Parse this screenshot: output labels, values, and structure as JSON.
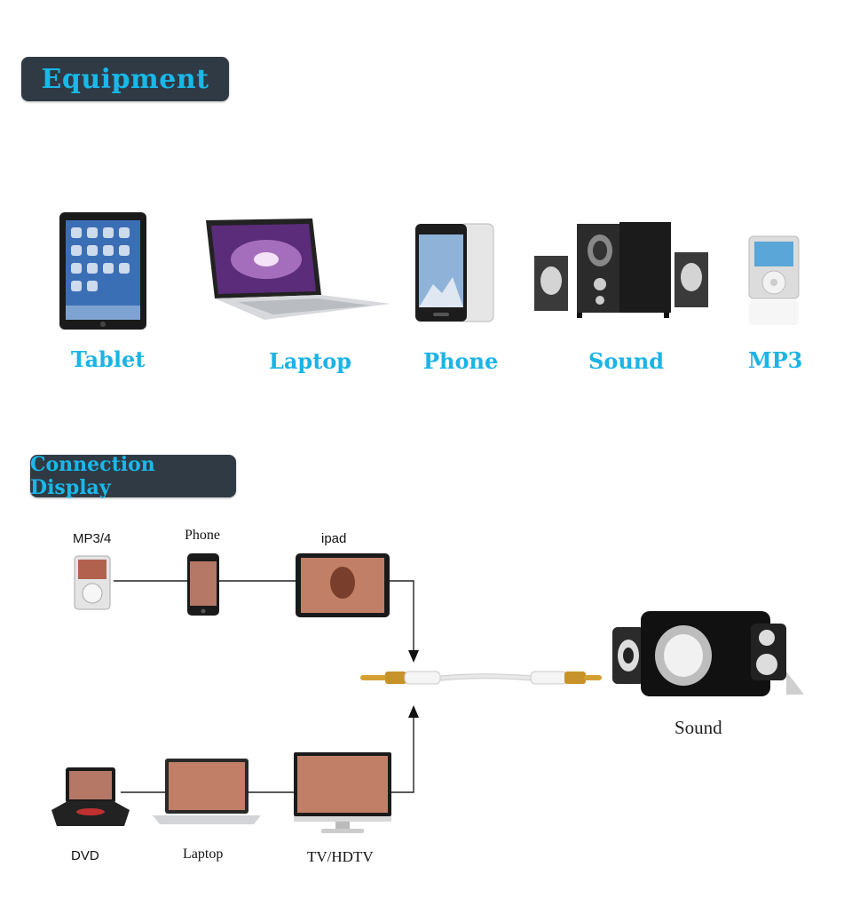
{
  "sections": {
    "equipment_title": "Equipment",
    "connection_title": "Connection Display"
  },
  "equipment": [
    {
      "label": "Tablet",
      "icon": "tablet-icon"
    },
    {
      "label": "Laptop",
      "icon": "laptop-icon"
    },
    {
      "label": "Phone",
      "icon": "phone-icon"
    },
    {
      "label": "Sound",
      "icon": "speaker-icon"
    },
    {
      "label": "MP3",
      "icon": "mp3-player-icon"
    }
  ],
  "connection": {
    "top_row": [
      "MP3/4",
      "Phone",
      "ipad"
    ],
    "bottom_row": [
      "DVD",
      "Laptop",
      "TV/HDTV"
    ],
    "output": "Sound"
  },
  "colors": {
    "accent": "#1cb3e6",
    "badge_bg": "#2f3a45"
  }
}
